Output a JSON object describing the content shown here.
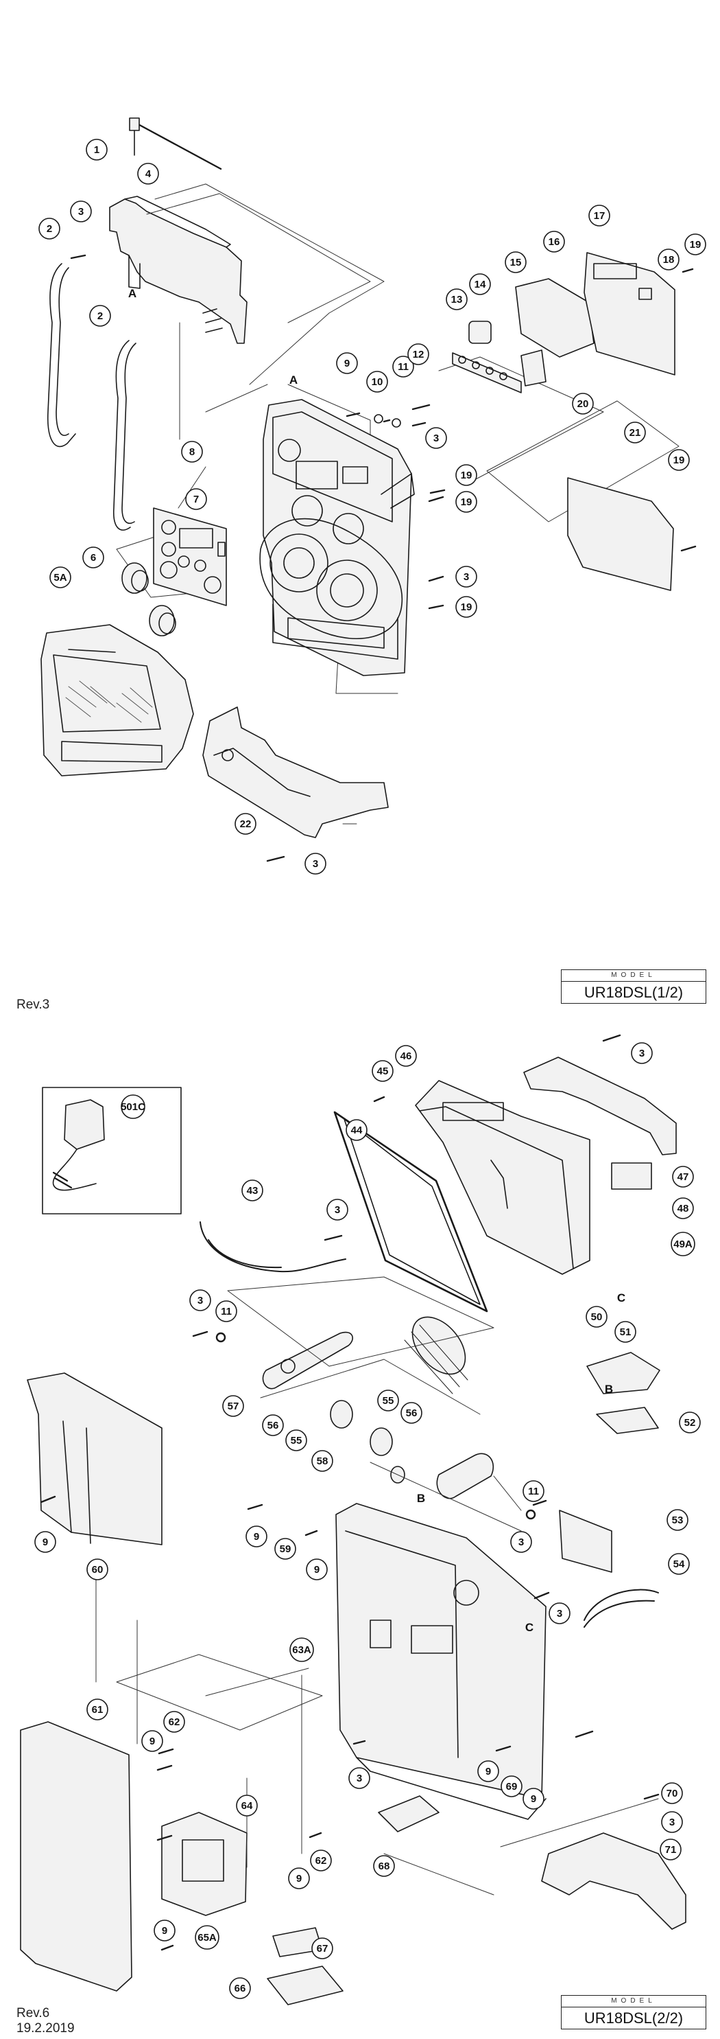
{
  "sheet1": {
    "revision": "Rev.3",
    "model_header": "MODEL",
    "model_name": "UR18DSL(1/2)",
    "callouts": [
      {
        "id": "c1-1",
        "label": "1"
      },
      {
        "id": "c1-2a",
        "label": "2"
      },
      {
        "id": "c1-2b",
        "label": "2"
      },
      {
        "id": "c1-3a",
        "label": "3"
      },
      {
        "id": "c1-3b",
        "label": "3"
      },
      {
        "id": "c1-3c",
        "label": "3"
      },
      {
        "id": "c1-3d",
        "label": "3"
      },
      {
        "id": "c1-4",
        "label": "4"
      },
      {
        "id": "c1-5A",
        "label": "5A"
      },
      {
        "id": "c1-6",
        "label": "6"
      },
      {
        "id": "c1-7",
        "label": "7"
      },
      {
        "id": "c1-8",
        "label": "8"
      },
      {
        "id": "c1-9",
        "label": "9"
      },
      {
        "id": "c1-10",
        "label": "10"
      },
      {
        "id": "c1-11",
        "label": "11"
      },
      {
        "id": "c1-12",
        "label": "12"
      },
      {
        "id": "c1-13",
        "label": "13"
      },
      {
        "id": "c1-14",
        "label": "14"
      },
      {
        "id": "c1-15",
        "label": "15"
      },
      {
        "id": "c1-16",
        "label": "16"
      },
      {
        "id": "c1-17",
        "label": "17"
      },
      {
        "id": "c1-18",
        "label": "18"
      },
      {
        "id": "c1-19a",
        "label": "19"
      },
      {
        "id": "c1-19b",
        "label": "19"
      },
      {
        "id": "c1-19c",
        "label": "19"
      },
      {
        "id": "c1-19d",
        "label": "19"
      },
      {
        "id": "c1-19e",
        "label": "19"
      },
      {
        "id": "c1-20",
        "label": "20"
      },
      {
        "id": "c1-21",
        "label": "21"
      },
      {
        "id": "c1-22",
        "label": "22"
      }
    ],
    "letters": [
      {
        "id": "l1-A1",
        "label": "A"
      },
      {
        "id": "l1-A2",
        "label": "A"
      }
    ]
  },
  "sheet2": {
    "revision": "Rev.6",
    "date": "19.2.2019",
    "model_header": "MODEL",
    "model_name": "UR18DSL(2/2)",
    "callouts": [
      {
        "id": "c2-3a",
        "label": "3"
      },
      {
        "id": "c2-3b",
        "label": "3"
      },
      {
        "id": "c2-3c",
        "label": "3"
      },
      {
        "id": "c2-3d",
        "label": "3"
      },
      {
        "id": "c2-3e",
        "label": "3"
      },
      {
        "id": "c2-3f",
        "label": "3"
      },
      {
        "id": "c2-3g",
        "label": "3"
      },
      {
        "id": "c2-9a",
        "label": "9"
      },
      {
        "id": "c2-9b",
        "label": "9"
      },
      {
        "id": "c2-9c",
        "label": "9"
      },
      {
        "id": "c2-9d",
        "label": "9"
      },
      {
        "id": "c2-9e",
        "label": "9"
      },
      {
        "id": "c2-9f",
        "label": "9"
      },
      {
        "id": "c2-9g",
        "label": "9"
      },
      {
        "id": "c2-9h",
        "label": "9"
      },
      {
        "id": "c2-11a",
        "label": "11"
      },
      {
        "id": "c2-11b",
        "label": "11"
      },
      {
        "id": "c2-43",
        "label": "43"
      },
      {
        "id": "c2-44",
        "label": "44"
      },
      {
        "id": "c2-45",
        "label": "45"
      },
      {
        "id": "c2-46",
        "label": "46"
      },
      {
        "id": "c2-47",
        "label": "47"
      },
      {
        "id": "c2-48",
        "label": "48"
      },
      {
        "id": "c2-49A",
        "label": "49A"
      },
      {
        "id": "c2-50",
        "label": "50"
      },
      {
        "id": "c2-51",
        "label": "51"
      },
      {
        "id": "c2-52",
        "label": "52"
      },
      {
        "id": "c2-53",
        "label": "53"
      },
      {
        "id": "c2-54",
        "label": "54"
      },
      {
        "id": "c2-55a",
        "label": "55"
      },
      {
        "id": "c2-55b",
        "label": "55"
      },
      {
        "id": "c2-56a",
        "label": "56"
      },
      {
        "id": "c2-56b",
        "label": "56"
      },
      {
        "id": "c2-57",
        "label": "57"
      },
      {
        "id": "c2-58",
        "label": "58"
      },
      {
        "id": "c2-59",
        "label": "59"
      },
      {
        "id": "c2-60",
        "label": "60"
      },
      {
        "id": "c2-61",
        "label": "61"
      },
      {
        "id": "c2-62a",
        "label": "62"
      },
      {
        "id": "c2-62b",
        "label": "62"
      },
      {
        "id": "c2-63A",
        "label": "63A"
      },
      {
        "id": "c2-64",
        "label": "64"
      },
      {
        "id": "c2-65A",
        "label": "65A"
      },
      {
        "id": "c2-66",
        "label": "66"
      },
      {
        "id": "c2-67",
        "label": "67"
      },
      {
        "id": "c2-68",
        "label": "68"
      },
      {
        "id": "c2-69",
        "label": "69"
      },
      {
        "id": "c2-70",
        "label": "70"
      },
      {
        "id": "c2-71",
        "label": "71"
      },
      {
        "id": "c2-501C",
        "label": "501C"
      }
    ],
    "letters": [
      {
        "id": "l2-B1",
        "label": "B"
      },
      {
        "id": "l2-B2",
        "label": "B"
      },
      {
        "id": "l2-C1",
        "label": "C"
      },
      {
        "id": "l2-C2",
        "label": "C"
      }
    ]
  },
  "colors": {
    "line": "#1a1a1a",
    "dash": "#333333",
    "part_fill": "#f2f2f2",
    "grille": "#555555"
  }
}
